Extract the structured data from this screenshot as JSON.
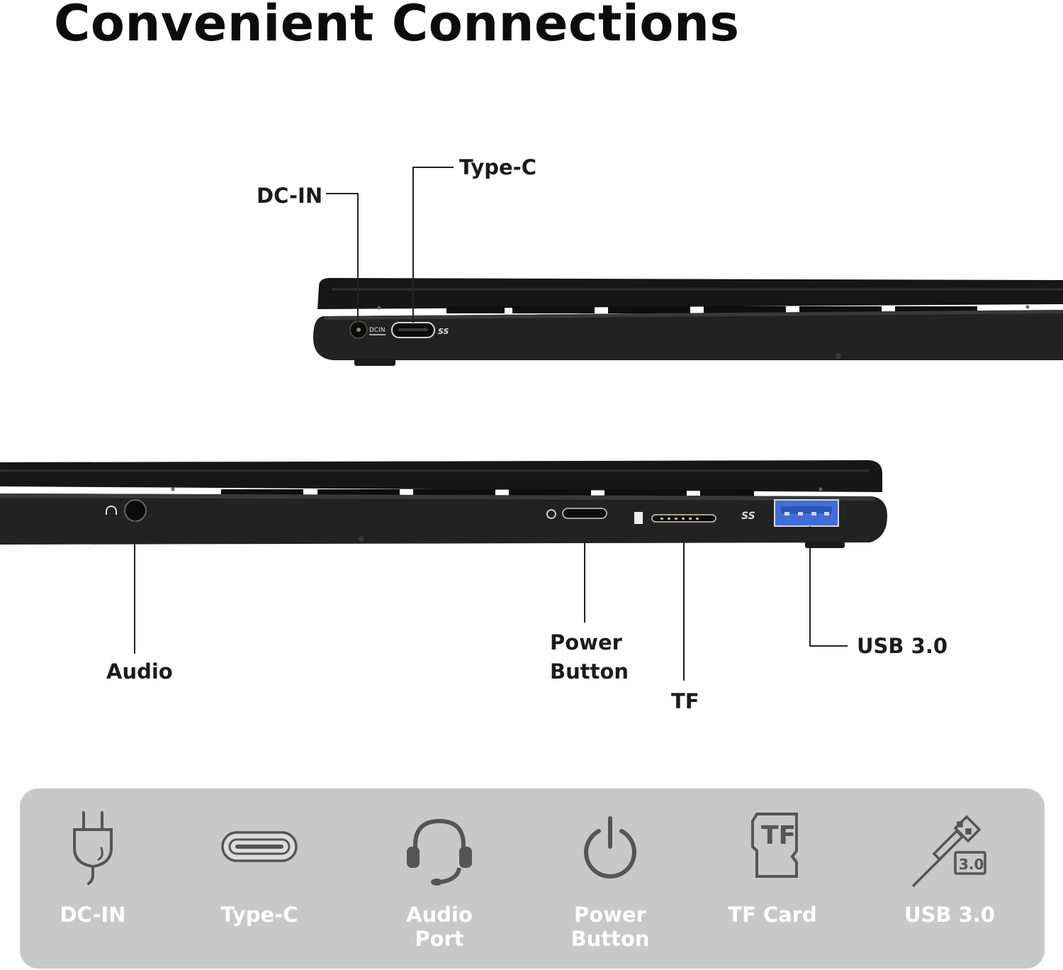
{
  "title": "Convenient Connections",
  "callouts": {
    "dc_in": "DC-IN",
    "type_c": "Type-C",
    "audio": "Audio",
    "power_line1": "Power",
    "power_line2": "Button",
    "tf": "TF",
    "usb": "USB 3.0"
  },
  "port_markings": {
    "dc_in": "DCIN",
    "ss": "SS"
  },
  "features": [
    {
      "icon": "power-plug-icon",
      "line1": "DC-IN",
      "line2": ""
    },
    {
      "icon": "usb-c-port-icon",
      "line1": "Type-C",
      "line2": ""
    },
    {
      "icon": "headset-icon",
      "line1": "Audio",
      "line2": "Port"
    },
    {
      "icon": "power-symbol-icon",
      "line1": "Power",
      "line2": "Button"
    },
    {
      "icon": "tf-card-icon",
      "icon_text": "TF",
      "line1": "TF Card",
      "line2": ""
    },
    {
      "icon": "usb-3-icon",
      "icon_text": "3.0",
      "line1": "USB 3.0",
      "line2": ""
    }
  ],
  "colors": {
    "device_body": "#1e1e1e",
    "usb_port_blue": "#3f6fd8",
    "panel_bg": "#c8c8c8",
    "panel_text": "#ffffff",
    "icon_stroke": "#555555"
  }
}
